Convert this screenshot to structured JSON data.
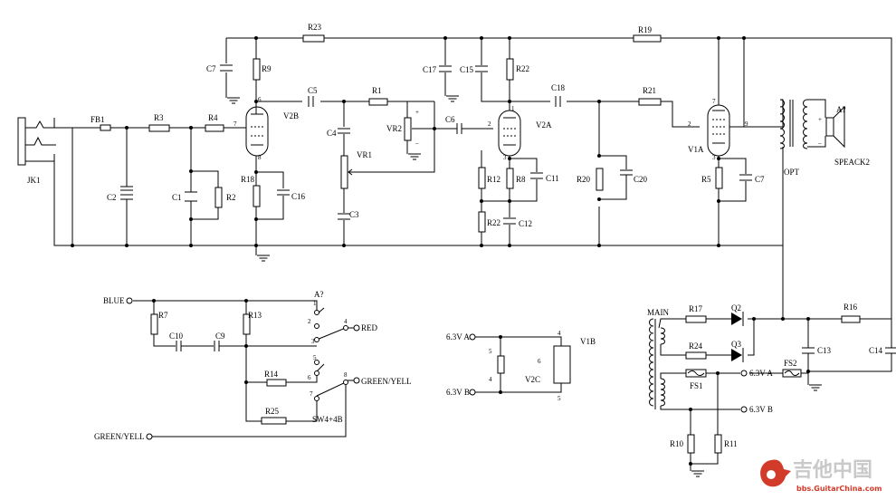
{
  "components": {
    "JK1": "JK1",
    "FB1": "FB1",
    "R3": "R3",
    "R4": "R4",
    "C2": "C2",
    "C1": "C1",
    "R2": "R2",
    "R23": "R23",
    "C7a": "C7",
    "R9": "R9",
    "V2B": "V2B",
    "C5": "C5",
    "R1": "R1",
    "C4": "C4",
    "VR1": "VR1",
    "VR2": "VR2",
    "C6": "C6",
    "C3": "C3",
    "R18": "R18",
    "C16": "C16",
    "C17": "C17",
    "C15": "C15",
    "R22a": "R22",
    "C18": "C18",
    "V2A": "V2A",
    "R12": "R12",
    "R8": "R8",
    "C11": "C11",
    "R22b": "R22",
    "C12": "C12",
    "R19": "R19",
    "R21": "R21",
    "R20": "R20",
    "C20": "C20",
    "V1A": "V1A",
    "R5": "R5",
    "C7b": "C7",
    "OPT": "OPT",
    "A7a": "A?",
    "SPEAK2": "SPEACK2",
    "BLUE": "BLUE",
    "R7": "R7",
    "R13": "R13",
    "C10": "C10",
    "C9": "C9",
    "A7b": "A?",
    "RED": "RED",
    "R14": "R14",
    "GREENYELL1": "GREEN/YELL",
    "R25": "R25",
    "SW4": "SW4+4B",
    "GREENYELL2": "GREEN/YELL",
    "H63A": "6.3V A",
    "H63B": "6.3V B",
    "V1B": "V1B",
    "V2C": "V2C",
    "MAIN": "MAIN",
    "R17": "R17",
    "Q2": "Q2",
    "R24": "R24",
    "Q3": "Q3",
    "R16": "R16",
    "C13": "C13",
    "C14": "C14",
    "FS1": "FS1",
    "FS2": "FS2",
    "S63A": "6.3V A",
    "S63B": "6.3V B",
    "R10": "R10",
    "R11": "R11"
  },
  "pins": {
    "v2b_6": "6",
    "v2b_7": "7",
    "v2b_8": "8",
    "v2a_2": "2",
    "v2a_1": "1",
    "v2a_3": "3",
    "v1a_7": "7",
    "v1a_2": "2",
    "v1a_9": "9",
    "v1a_3": "3",
    "vr2_plus": "+",
    "vr2_minus": "–",
    "sw_1": "1",
    "sw_2": "2",
    "sw_3": "3",
    "sw_4": "4",
    "sw_5": "5",
    "sw_6": "6",
    "sw_7": "7",
    "sw_8": "8",
    "v1b_4": "4",
    "v1b_5": "5",
    "v2c_5": "5",
    "v2c_4": "4",
    "v2c_6": "6",
    "spk_plus": "+",
    "spk_minus": "–"
  },
  "watermark": {
    "cn": "吉他中国",
    "url": "bbs.GuitarChina.com"
  }
}
